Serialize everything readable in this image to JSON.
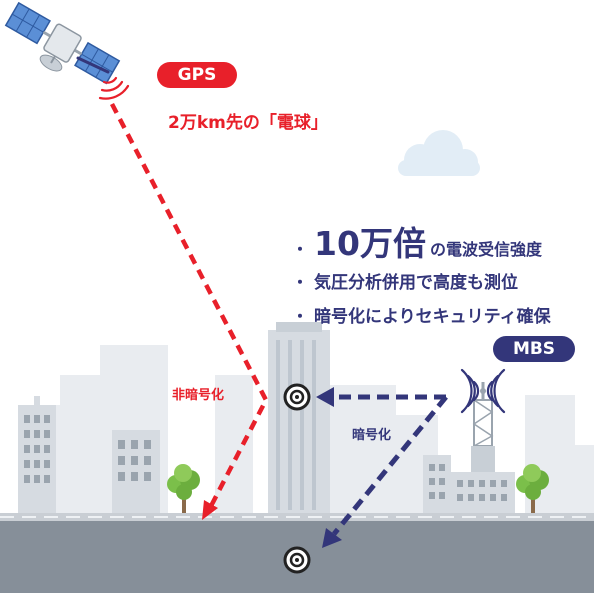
{
  "gps": {
    "badge": "GPS",
    "caption": "2万km先の「電球」",
    "arrow_label": "非暗号化"
  },
  "mbs": {
    "badge": "MBS",
    "arrow_label": "暗号化"
  },
  "features": {
    "main_big": "10万倍",
    "main_rest": "の電波受信強度",
    "item2": "気圧分析併用で高度も測位",
    "item3": "暗号化によりセキュリティ確保"
  },
  "colors": {
    "gps_red": "#e8202a",
    "mbs_navy": "#33367a",
    "road": "#868f99",
    "building": "#d6dbe1",
    "building_light": "#e9ecf0",
    "tree": "#7bbf4a"
  },
  "icons": [
    "satellite-icon",
    "signal-waves-icon",
    "radio-tower-icon",
    "target-icon",
    "tree-icon",
    "cloud-icon"
  ]
}
